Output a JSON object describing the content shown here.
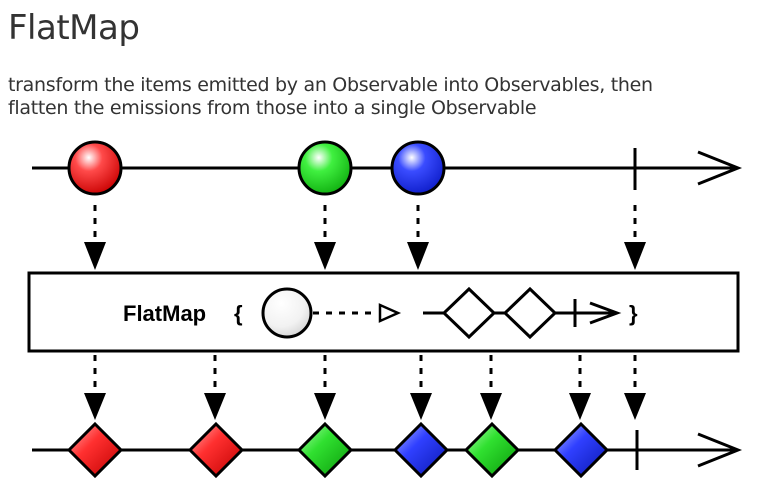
{
  "header": {
    "title": "FlatMap",
    "description_line1": "transform the items emitted by an Observable into Observables, then",
    "description_line2": "flatten the emissions from those into a single Observable"
  },
  "diagram": {
    "source_timeline": {
      "items": [
        {
          "shape": "circle",
          "color": "red"
        },
        {
          "shape": "circle",
          "color": "green"
        },
        {
          "shape": "circle",
          "color": "blue"
        }
      ],
      "completion": true
    },
    "operator_box": {
      "label": "FlatMap",
      "open_brace": "{",
      "close_brace": "}",
      "inner_items": [
        {
          "shape": "circle",
          "color": "white"
        },
        {
          "shape": "diamond",
          "color": "white"
        },
        {
          "shape": "diamond",
          "color": "white"
        }
      ]
    },
    "result_timeline": {
      "items": [
        {
          "shape": "diamond",
          "color": "red"
        },
        {
          "shape": "diamond",
          "color": "red"
        },
        {
          "shape": "diamond",
          "color": "green"
        },
        {
          "shape": "diamond",
          "color": "blue"
        },
        {
          "shape": "diamond",
          "color": "green"
        },
        {
          "shape": "diamond",
          "color": "blue"
        }
      ],
      "completion": true
    },
    "colors": {
      "red": "#e8101a",
      "green": "#1ed21e",
      "blue": "#1c2be6",
      "stroke": "#000000"
    }
  }
}
